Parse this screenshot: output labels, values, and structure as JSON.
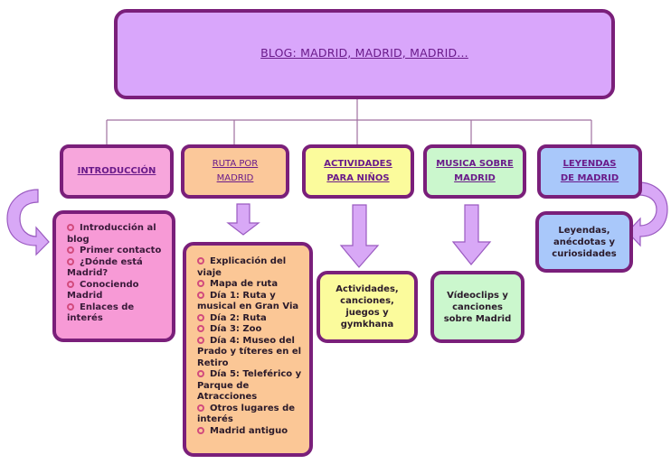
{
  "header": {
    "title": "BLOG: MADRID, MADRID, MADRID..."
  },
  "categories": [
    {
      "label_lines": [
        "INTRODUCCIÓN"
      ],
      "fill": "#f7a6dc"
    },
    {
      "label_lines": [
        "RUTA POR",
        "MADRID"
      ],
      "fill": "#fbc89a"
    },
    {
      "label_lines": [
        "ACTIVIDADES",
        "PARA NIÑOS"
      ],
      "fill": "#fbfb9c"
    },
    {
      "label_lines": [
        "MUSICA SOBRE",
        "MADRID"
      ],
      "fill": "#cbf7cd"
    },
    {
      "label_lines": [
        "LEYENDAS",
        "DE MADRID"
      ],
      "fill": "#a9c8fa"
    }
  ],
  "details": {
    "introduccion": {
      "items": [
        "Introducción al blog",
        "Primer contacto",
        "¿Dónde está Madrid?",
        "Conociendo Madrid",
        "Enlaces de interés"
      ]
    },
    "ruta": {
      "items": [
        "Explicación del viaje",
        "Mapa de ruta",
        "Día 1: Ruta y musical en Gran Via",
        "Día 2: Ruta",
        "Día 3: Zoo",
        "Día 4: Museo del Prado y títeres en el Retiro",
        "Día 5: Teleférico y Parque de Atracciones",
        "Otros lugares de interés",
        "Madrid antiguo"
      ]
    },
    "actividades": {
      "text": "Actividades, canciones, juegos y gymkhana"
    },
    "musica": {
      "text": "Vídeoclips y canciones sobre Madrid"
    },
    "leyendas": {
      "text": "Leyendas, anécdotas y curiosidades"
    }
  },
  "colors": {
    "border": "#7a1f7a",
    "header_fill": "#d9a6fb",
    "arrow_fill": "#d8a8f6",
    "bullet": "#d24b7d",
    "title_text": "#6a1b8a"
  }
}
